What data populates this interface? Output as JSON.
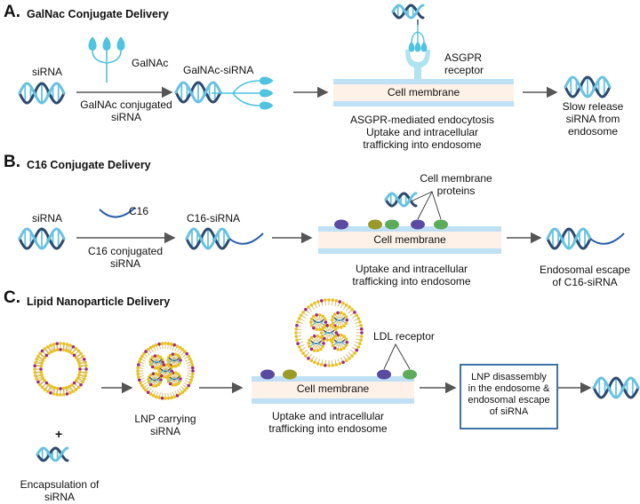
{
  "section_a": {
    "letter": "A.",
    "title": "GalNac Conjugate Delivery",
    "sirna_label": "siRNA",
    "galnac_label": "GalNAc",
    "conjugation_label_1": "GalNAc conjugated",
    "conjugation_label_2": "siRNA",
    "galnac_sirna_label": "GalNAc-siRNA",
    "receptor_label_1": "ASGPR",
    "receptor_label_2": "receptor",
    "membrane_label": "Cell membrane",
    "uptake_line_1": "ASGPR-mediated endocytosis",
    "uptake_line_2": "Uptake and intracellular",
    "uptake_line_3": "trafficking into endosome",
    "result_line_1": "Slow release",
    "result_line_2": "siRNA from",
    "result_line_3": "endosome"
  },
  "section_b": {
    "letter": "B.",
    "title": "C16 Conjugate Delivery",
    "sirna_label": "siRNA",
    "c16_label": "C16",
    "conjugation_label_1": "C16 conjugated",
    "conjugation_label_2": "siRNA",
    "c16_sirna_label": "C16-siRNA",
    "proteins_label_1": "Cell membrane",
    "proteins_label_2": "proteins",
    "membrane_label": "Cell membrane",
    "uptake_line_1": "Uptake and intracellular",
    "uptake_line_2": "trafficking into endosome",
    "result_line_1": "Endosomal escape",
    "result_line_2": "of C16-siRNA"
  },
  "section_c": {
    "letter": "C.",
    "title": "Lipid Nanoparticle Delivery",
    "plus": "+",
    "encapsulation_line_1": "Encapsulation of",
    "encapsulation_line_2": "siRNA",
    "lnp_label_1": "LNP carrying",
    "lnp_label_2": "siRNA",
    "ldl_label": "LDL receptor",
    "membrane_label": "Cell membrane",
    "uptake_line_1": "Uptake and intracellular",
    "uptake_line_2": "trafficking into endosome",
    "box_line_1": "LNP disassembly",
    "box_line_2": "in the endosome &",
    "box_line_3": "endosomal escape",
    "box_line_4": "of siRNA"
  },
  "colors": {
    "dna_dark": "#2c4a6e",
    "dna_light": "#69c2e0",
    "galnac": "#4fc3e0",
    "receptor": "#aee3ef",
    "membrane_band": "#bfe0f5",
    "membrane_core": "#fdf1e8",
    "protein_purple": "#5a4aa0",
    "protein_green": "#5cab5a",
    "protein_olive": "#9a9a2a",
    "protein_magenta": "#a0287a",
    "lipid_head": "#e8c020",
    "lipid_head_alt": "#a0287a",
    "box_border": "#3f72a6"
  }
}
